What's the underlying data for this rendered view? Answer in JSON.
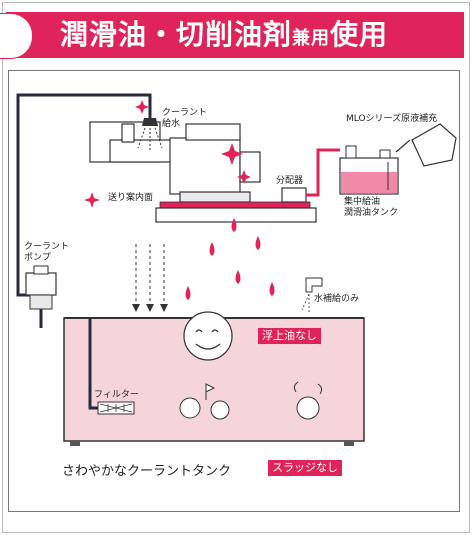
{
  "title": {
    "main": "潤滑油・切削油剤",
    "small": "兼用",
    "tail": "使用"
  },
  "labels": {
    "coolant_supply": "クーラント\n給水",
    "mlo_refill": "MLOシリーズ原液補充",
    "feed_guide": "送り案内面",
    "distributor": "分配器",
    "central_tank": "集中給油\n潤滑油タンク",
    "coolant_pump": "クーラント\nポンプ",
    "water_only": "水補給のみ",
    "filter": "フィルター",
    "no_floating_oil": "浮上油なし",
    "tank_caption": "さわやかなクーラントタンク",
    "no_sludge": "スラッジなし"
  },
  "colors": {
    "accent": "#e0245a",
    "tank_fill": "#f6d4dc",
    "pipe": "#2a2a3a",
    "oil_pipe": "#e0245a"
  }
}
